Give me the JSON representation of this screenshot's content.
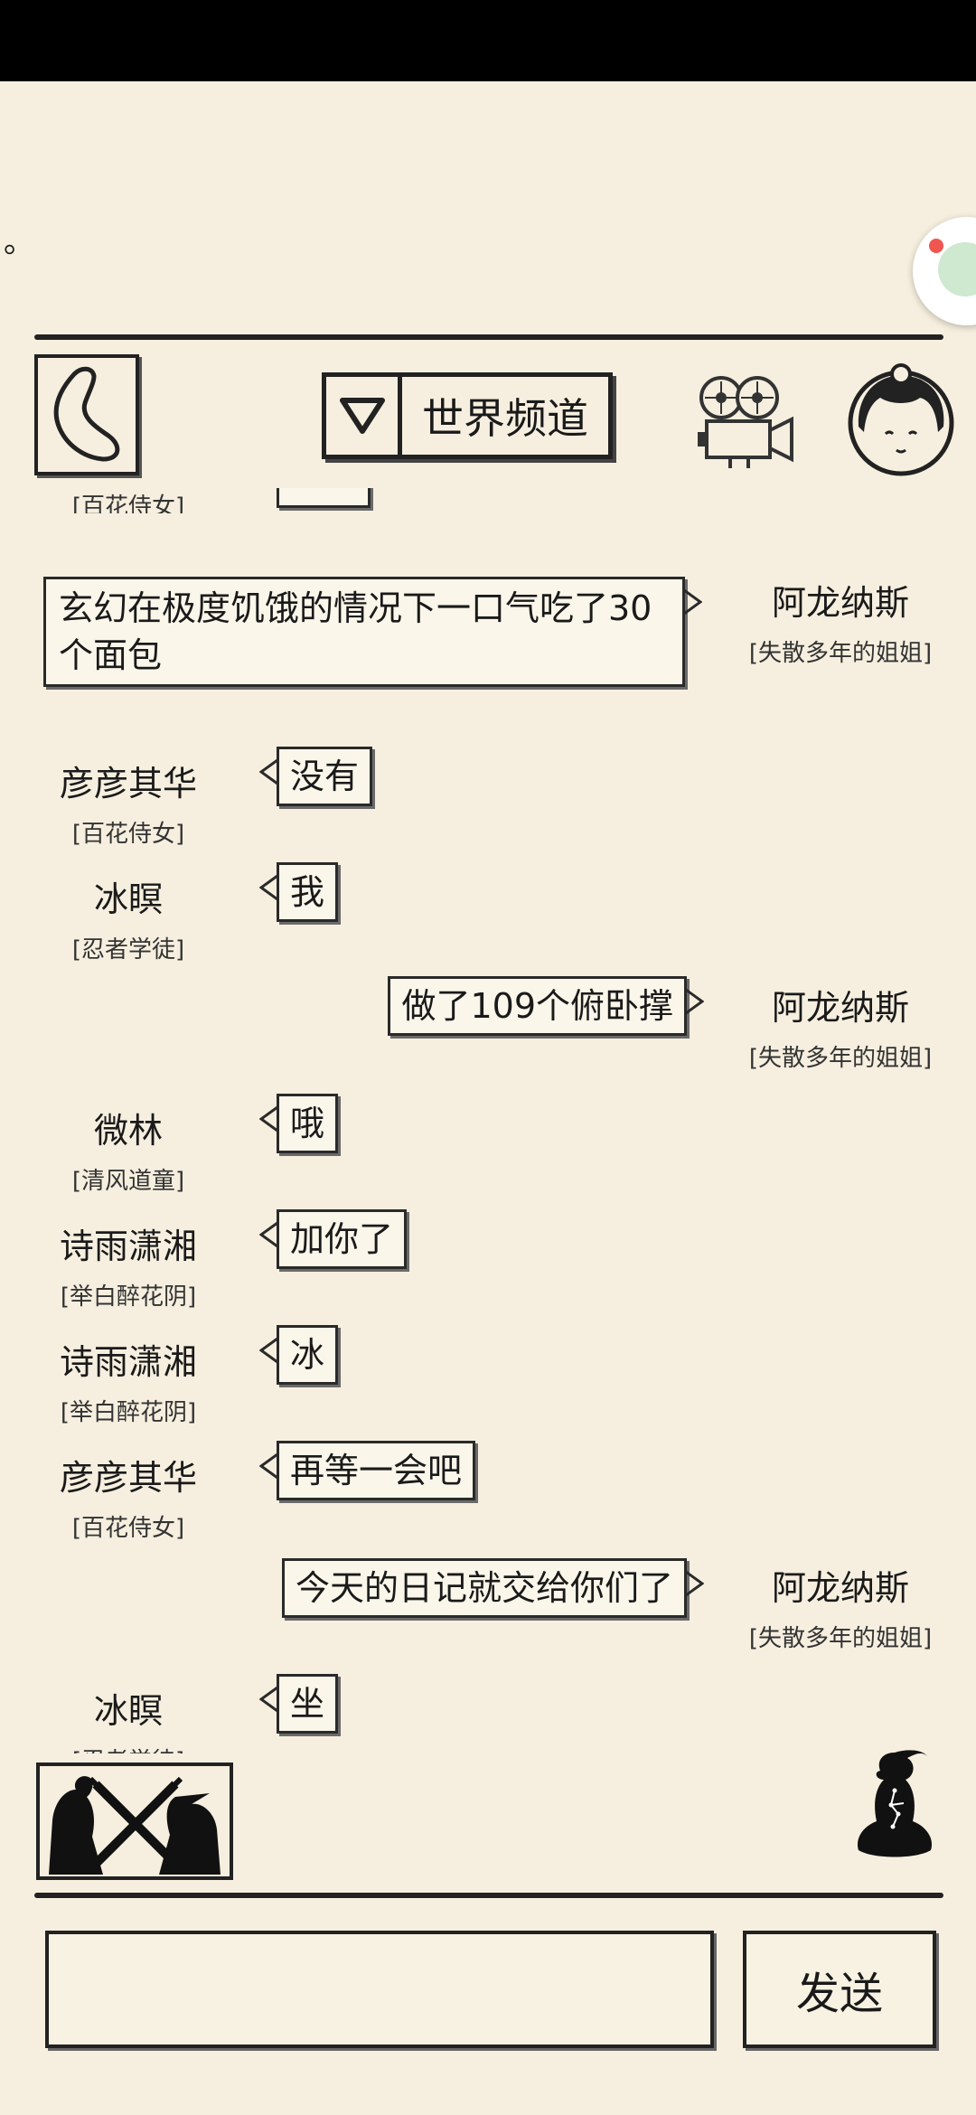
{
  "header": {
    "channel_label": "世界频道"
  },
  "stray_text": "。",
  "partial_top": {
    "title": "[百花侍女]"
  },
  "messages": [
    {
      "side": "right",
      "name": "阿龙纳斯",
      "title": "[失散多年的姐姐]",
      "text": "玄幻在极度饥饿的情况下一口气吃了30个面包"
    },
    {
      "side": "left",
      "name": "彦彦其华",
      "title": "[百花侍女]",
      "text": "没有"
    },
    {
      "side": "left",
      "name": "冰瞑",
      "title": "[忍者学徒]",
      "text": "我"
    },
    {
      "side": "right",
      "name": "阿龙纳斯",
      "title": "[失散多年的姐姐]",
      "text": "做了109个俯卧撑"
    },
    {
      "side": "left",
      "name": "微林",
      "title": "[清风道童]",
      "text": "哦"
    },
    {
      "side": "left",
      "name": "诗雨潇湘",
      "title": "[举白醉花阴]",
      "text": "加你了"
    },
    {
      "side": "left",
      "name": "诗雨潇湘",
      "title": "[举白醉花阴]",
      "text": "冰"
    },
    {
      "side": "left",
      "name": "彦彦其华",
      "title": "[百花侍女]",
      "text": "再等一会吧"
    },
    {
      "side": "right",
      "name": "阿龙纳斯",
      "title": "[失散多年的姐姐]",
      "text": "今天的日记就交给你们了"
    },
    {
      "side": "left",
      "name": "冰瞑",
      "title": "[忍者学徒]",
      "text": "坐"
    }
  ],
  "composer": {
    "input_value": "",
    "send_label": "发送"
  },
  "icons": {
    "back": "back-chevron-icon",
    "channel_toggle": "triangle-down-icon",
    "camera": "film-camera-icon",
    "avatar": "girl-avatar-icon",
    "battle": "crossed-swords-icon",
    "meditate": "meditating-figure-icon"
  }
}
